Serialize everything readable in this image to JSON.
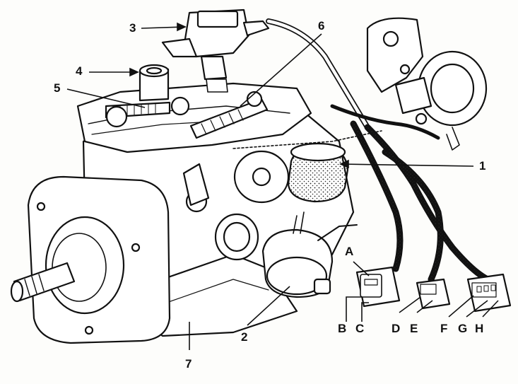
{
  "callouts": {
    "n1": "1",
    "n2": "2",
    "n3": "3",
    "n4": "4",
    "n5": "5",
    "n6": "6",
    "n7": "7"
  },
  "connector_pins": {
    "a": "A",
    "b": "B",
    "c": "C",
    "d": "D",
    "e": "E",
    "f": "F",
    "g": "G",
    "h": "H"
  }
}
